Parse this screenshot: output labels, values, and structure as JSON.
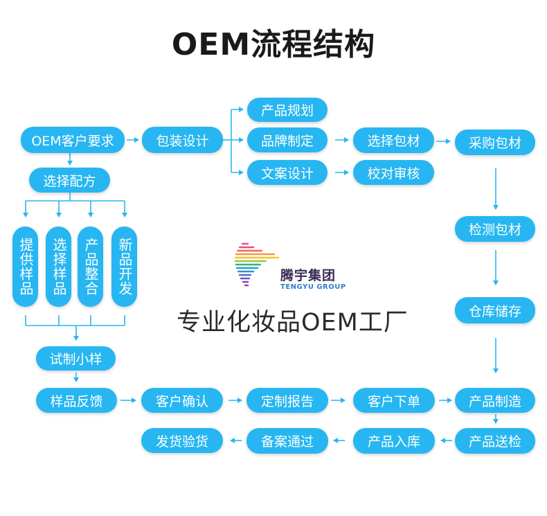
{
  "title": "OEM流程结构",
  "colors": {
    "node": "#27b6f1",
    "arrow": "#27b6f1",
    "text": "#ffffff"
  },
  "steps": {
    "oem_customer_request": "OEM客户要求",
    "select_formula": "选择配方",
    "packaging_design": "包装设计",
    "product_planning": "产品规划",
    "brand_making": "品牌制定",
    "copywriting_design": "文案设计",
    "select_packaging": "选择包材",
    "proofread_review": "校对审核",
    "purchase_packaging": "采购包材",
    "inspect_packaging": "检测包材",
    "warehouse_storage": "仓库储存",
    "provide_samples": "提供样品",
    "select_samples": "选择样品",
    "product_integration": "产品整合",
    "new_product_development": "新品开发",
    "trial_small_sample": "试制小样",
    "sample_feedback": "样品反馈",
    "customer_confirmation": "客户确认",
    "custom_report": "定制报告",
    "customer_order": "客户下单",
    "product_manufacturing": "产品制造",
    "product_inspection": "产品送检",
    "product_warehousing": "产品入库",
    "filing_approved": "备案通过",
    "shipment_check": "发货验货"
  },
  "logo": {
    "name": "腾宇集团",
    "subtitle": "TENGYU GROUP"
  },
  "slogan": "专业化妆品OEM工厂"
}
